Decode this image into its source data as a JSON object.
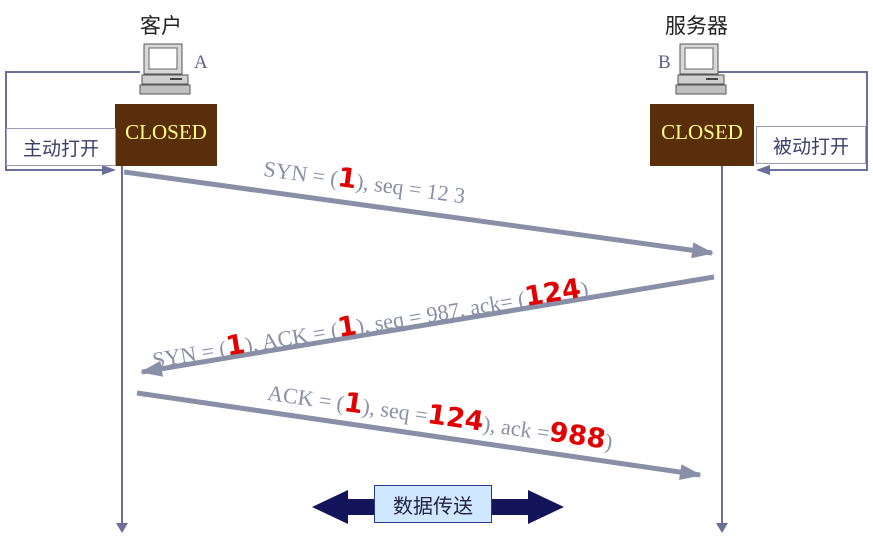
{
  "client": {
    "role": "客户",
    "letter": "A",
    "state": "CLOSED",
    "open_mode": "主动打开"
  },
  "server": {
    "role": "服务器",
    "letter": "B",
    "state": "CLOSED",
    "open_mode": "被动打开"
  },
  "messages": [
    {
      "seg1": "SYN = (",
      "v1": "1",
      "seg2": "), seq = 12 3"
    },
    {
      "seg1": "SYN = (",
      "v1": "1",
      "seg2": "), ACK = (",
      "v2": "1",
      "seg3": "), seq = 987, ack= (",
      "v3": "124",
      "seg4": ")"
    },
    {
      "seg1": "ACK = (",
      "v1": "1",
      "seg2": "), seq =",
      "v2": "124",
      "seg3": "), ack =",
      "v3": "988",
      "seg4": ")"
    }
  ],
  "data_transfer": "数据传送",
  "colors": {
    "timeline": "#6a6f9a",
    "arrow": "#8a8fa8",
    "state_fill": "#5a2e0a",
    "state_text": "#ffff88",
    "value_red": "#e00000",
    "data_arrow": "#14145a",
    "data_box": "#cfe7ff"
  }
}
